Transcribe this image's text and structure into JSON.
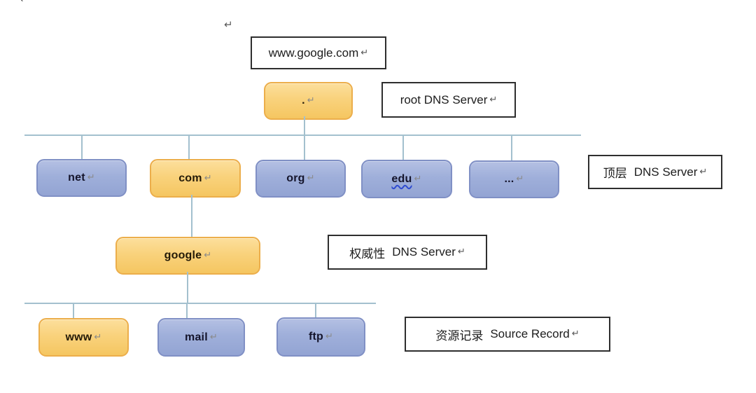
{
  "page": {
    "background": "#ffffff",
    "stray_mark": "ˋ",
    "paragraph_mark": "↵"
  },
  "colors": {
    "node_blue_fill_top": "#b4c0e3",
    "node_blue_fill_bottom": "#93a4d3",
    "node_blue_border": "#8090c5",
    "node_yellow_fill_top": "#fcdf9c",
    "node_yellow_fill_bottom": "#f5c661",
    "node_yellow_border": "#ecae4b",
    "connector_line": "#a3c0ce",
    "label_box_border": "#2e2e2e",
    "spellcheck_underline": "#2f4bd0"
  },
  "query_box": {
    "text": "www.google.com",
    "mark": "↵"
  },
  "nodes": {
    "root": {
      "text": ".",
      "mark": "↵",
      "style": "yellow"
    },
    "tld": [
      {
        "text": "net",
        "mark": "↵",
        "style": "blue"
      },
      {
        "text": "com",
        "mark": "↵",
        "style": "yellow"
      },
      {
        "text": "org",
        "mark": "↵",
        "style": "blue"
      },
      {
        "text": "edu",
        "mark": "↵",
        "style": "blue",
        "spellcheck_underline": true
      },
      {
        "text": "...",
        "mark": "↵",
        "style": "blue"
      }
    ],
    "domain": {
      "text": "google",
      "mark": "↵",
      "style": "yellow"
    },
    "records": [
      {
        "text": "www",
        "mark": "↵",
        "style": "yellow"
      },
      {
        "text": "mail",
        "mark": "↵",
        "style": "blue"
      },
      {
        "text": "ftp",
        "mark": "↵",
        "style": "blue"
      }
    ]
  },
  "labels": {
    "root": {
      "text": "root DNS Server",
      "mark": "↵"
    },
    "top_level": {
      "cn": "顶层",
      "en": "DNS Server",
      "mark": "↵"
    },
    "authoritative": {
      "cn": "权威性",
      "en": "DNS Server",
      "mark": "↵"
    },
    "resource": {
      "cn": "资源记录",
      "en": "Source Record",
      "mark": "↵"
    }
  }
}
